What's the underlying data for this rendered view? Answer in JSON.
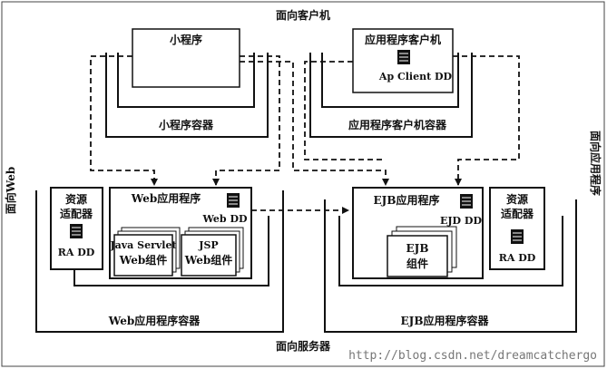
{
  "regions": {
    "client": "面向客户机",
    "web": "面向Web",
    "app_client": "面向应用程序",
    "server": "面向服务器"
  },
  "applet": {
    "title": "小程序",
    "container": "小程序容器"
  },
  "app_client": {
    "title": "应用程序客户机",
    "dd": "Ap Client DD",
    "container": "应用程序客户机容器"
  },
  "web_side": {
    "resource_adapter_line1": "资源",
    "resource_adapter_line2": "适配器",
    "ra_dd": "RA DD",
    "web_app": "Web应用程序",
    "web_dd": "Web DD",
    "servlet_line1": "Java Servlet",
    "servlet_line2": "Web组件",
    "jsp_line1": "JSP",
    "jsp_line2": "Web组件",
    "container": "Web应用程序容器"
  },
  "ejb_side": {
    "ejb_app": "EJB应用程序",
    "ejb_dd": "EJD DD",
    "ejb_component_line1": "EJB",
    "ejb_component_line2": "组件",
    "resource_adapter_line1": "资源",
    "resource_adapter_line2": "适配器",
    "ra_dd": "RA DD",
    "container": "EJB应用程序容器"
  },
  "watermark": "http://blog.csdn.net/dreamcatchergo",
  "icon": "document-icon"
}
